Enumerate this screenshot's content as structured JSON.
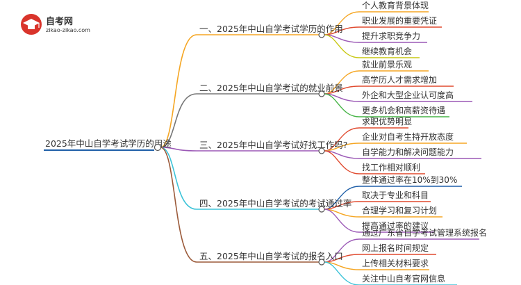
{
  "logo": {
    "name": "自考网",
    "url": "zikao-zikao.com"
  },
  "root": {
    "label": "2025年中山自学考试学历的用途"
  },
  "branches": [
    {
      "label": "一、2025年中山自学考试学历的作用",
      "color": "#f5a623",
      "children": [
        "个人教育背景体现",
        "职业发展的重要凭证",
        "提升求职竞争力",
        "继续教育机会"
      ],
      "child_colors": [
        "#f5a623",
        "#e04a2f",
        "#9b59b6",
        "#c8c814"
      ]
    },
    {
      "label": "二、2025年中山自学考试的就业前景",
      "color": "#777777",
      "children": [
        "就业前景乐观",
        "高学历人才需求增加",
        "外企和大型企业认可度高",
        "更多机会和高薪资待遇"
      ],
      "child_colors": [
        "#f5a623",
        "#e04a2f",
        "#9b59b6",
        "#46b446"
      ]
    },
    {
      "label": "三、2025年中山自学考试好找工作吗?",
      "color": "#9b59b6",
      "children": [
        "求职优势明显",
        "企业对自考生持开放态度",
        "自学能力和解决问题能力",
        "找工作相对顺利"
      ],
      "child_colors": [
        "#e04a2f",
        "#f5a623",
        "#9b59b6",
        "#e04a2f"
      ]
    },
    {
      "label": "四、2025年中山自学考试的考试通过率",
      "color": "#3cc3d8",
      "children": [
        "整体通过率在10%到30%",
        "取决于专业和科目",
        "合理学习和复习计划",
        "提高通过率的建议"
      ],
      "child_colors": [
        "#1f5fa8",
        "#e04a2f",
        "#f5a623",
        "#9b59b6"
      ]
    },
    {
      "label": "五、2025年中山自学考试的报名入口",
      "color": "#9b5a3a",
      "children": [
        "通过广东省自学考试管理系统报名",
        "网上报名时间规定",
        "上传相关材料要求",
        "关注中山自考官网信息"
      ],
      "child_colors": [
        "#9b59b6",
        "#e04a2f",
        "#f5a623",
        "#3cc3d8"
      ]
    }
  ],
  "colors": {
    "root_line": "#1f5fa8",
    "logo_red": "#d9342b"
  }
}
